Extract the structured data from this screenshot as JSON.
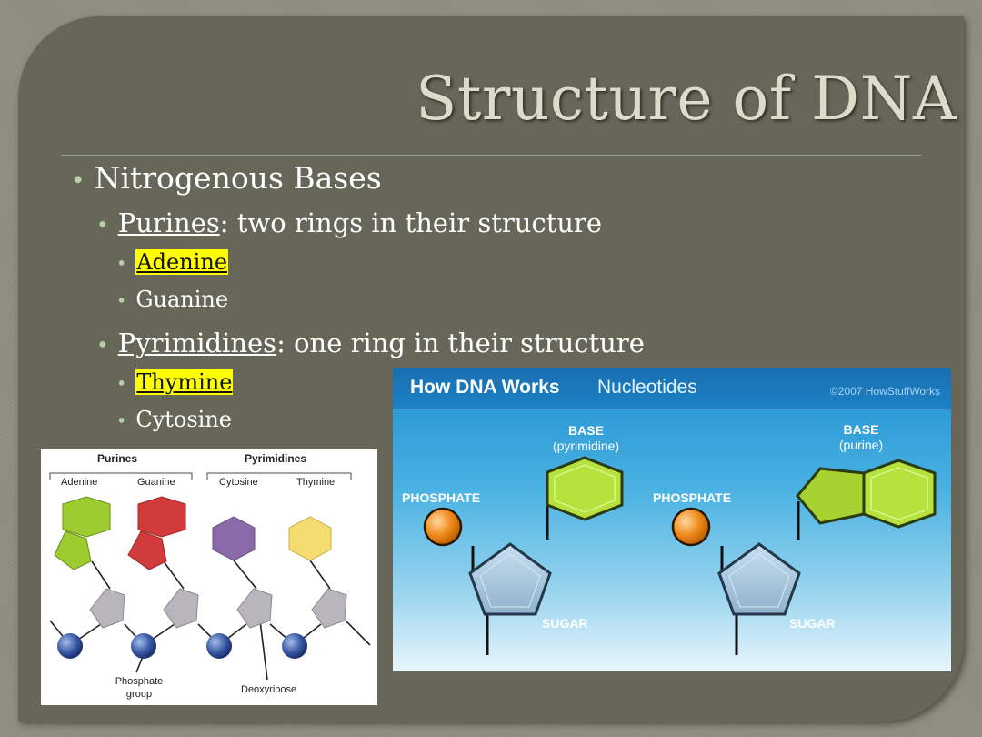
{
  "slide": {
    "title": "Structure of DNA"
  },
  "bullets": {
    "l1": "Nitrogenous Bases",
    "purines": {
      "term": "Purines",
      "desc": ": two rings in their structure",
      "items": [
        "Adenine",
        "Guanine"
      ]
    },
    "pyrimidines": {
      "term": "Pyrimidines",
      "desc": ": one ring in their structure",
      "items": [
        "Thymine",
        "Cytosine"
      ]
    },
    "highlight_color": "#ffff00"
  },
  "figure_left": {
    "headers": [
      "Purines",
      "Pyrimidines"
    ],
    "bases": [
      "Adenine",
      "Guanine",
      "Cytosine",
      "Thymine"
    ],
    "colors": {
      "adenine": "#9ccc2f",
      "guanine": "#d23b3b",
      "cytosine": "#8a6aa8",
      "thymine": "#f5dc6e",
      "sugar": "#b8b6bc",
      "phosphate": "#3d5da8"
    },
    "phosphate_label": "Phosphate group",
    "sugar_label": "Deoxyribose"
  },
  "figure_right": {
    "title": "How DNA Works",
    "subtitle": "Nucleotides",
    "copyright": "©2007 HowStuffWorks",
    "left": {
      "base": "BASE",
      "base_type": "(pyrimidine)",
      "phosphate": "PHOSPHATE",
      "sugar": "SUGAR"
    },
    "right": {
      "base": "BASE",
      "base_type": "(purine)",
      "phosphate": "PHOSPHATE",
      "sugar": "SUGAR"
    },
    "colors": {
      "base": "#b5e23c",
      "phosphate": "#f08a1c",
      "sugar": "#a9c6dc"
    }
  }
}
